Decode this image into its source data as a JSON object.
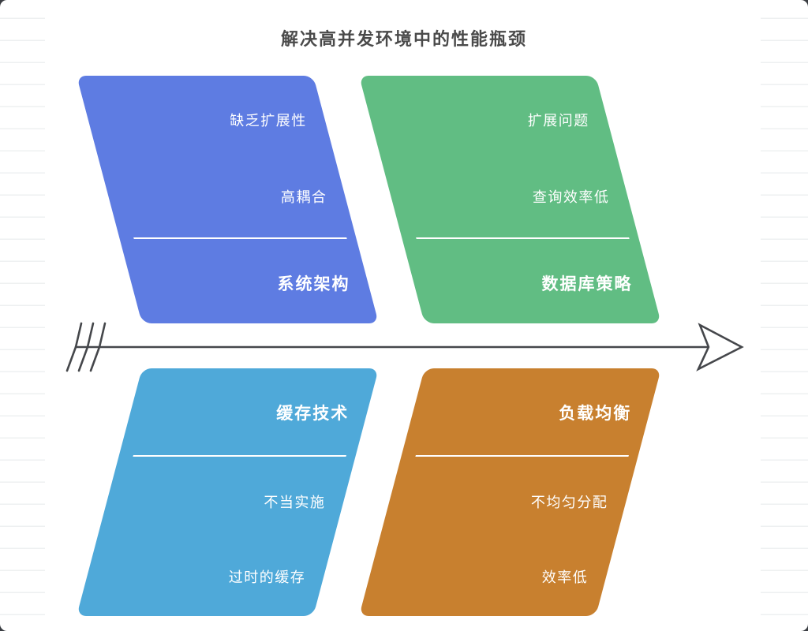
{
  "title": "解决高并发环境中的性能瓶颈",
  "title_color": "#4a4a4a",
  "diagram": {
    "type": "fishbone",
    "spine_color": "#45474b",
    "branches": [
      {
        "position": "top-left",
        "label": "系统架构",
        "color": "#5e7ce2",
        "causes": [
          "缺乏扩展性",
          "高耦合"
        ]
      },
      {
        "position": "top-right",
        "label": "数据库策略",
        "color": "#61bd83",
        "causes": [
          "扩展问题",
          "查询效率低"
        ]
      },
      {
        "position": "bottom-left",
        "label": "缓存技术",
        "color": "#4fa9d9",
        "causes": [
          "不当实施",
          "过时的缓存"
        ]
      },
      {
        "position": "bottom-right",
        "label": "负载均衡",
        "color": "#c8802f",
        "causes": [
          "不均匀分配",
          "效率低"
        ]
      }
    ]
  }
}
